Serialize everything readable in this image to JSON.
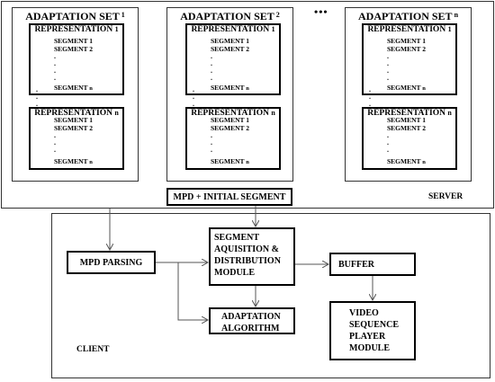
{
  "server": {
    "label": "SERVER",
    "ellipsis": "•••",
    "adaptation_sets": [
      {
        "title": "ADAPTATION SET",
        "number": "1",
        "representations": [
          {
            "title": "REPRESENTATION",
            "number": "1",
            "segments": [
              "SEGMENT 1",
              "SEGMENT 2"
            ],
            "last_segment": "SEGMENT",
            "last_index": "n"
          },
          {
            "title": "REPRESENTATION",
            "number": "n",
            "segments": [
              "SEGMENT 1",
              "SEGMENT 2"
            ],
            "last_segment": "SEGMENT",
            "last_index": "n"
          }
        ]
      },
      {
        "title": "ADAPTATION SET",
        "number": "2",
        "representations": [
          {
            "title": "REPRESENTATION",
            "number": "1",
            "segments": [
              "SEGMENT 1",
              "SEGMENT 2"
            ],
            "last_segment": "SEGMENT",
            "last_index": "n"
          },
          {
            "title": "REPRESENTATION",
            "number": "n",
            "segments": [
              "SEGMENT 1",
              "SEGMENT 2"
            ],
            "last_segment": "SEGMENT",
            "last_index": "n"
          }
        ]
      },
      {
        "title": "ADAPTATION SET",
        "number": "n",
        "representations": [
          {
            "title": "REPRESENTATION",
            "number": "1",
            "segments": [
              "SEGMENT 1",
              "SEGMENT 2"
            ],
            "last_segment": "SEGMENT",
            "last_index": "n"
          },
          {
            "title": "REPRESENTATION",
            "number": "n",
            "segments": [
              "SEGMENT 1",
              "SEGMENT 2"
            ],
            "last_segment": "SEGMENT",
            "last_index": "n"
          }
        ]
      }
    ],
    "mpd_box": "MPD +  INITIAL SEGMENT"
  },
  "client": {
    "label": "CLIENT",
    "mpd_parsing": "MPD PARSING",
    "segment_module": [
      "SEGMENT",
      "AQUISITION &",
      "DISTRIBUTION",
      "MODULE"
    ],
    "buffer": "BUFFER",
    "adaptation_algorithm": [
      "ADAPTATION",
      "ALGORITHM"
    ],
    "video_player": [
      "VIDEO",
      "SEQUENCE",
      "PLAYER",
      "MODULE"
    ]
  }
}
